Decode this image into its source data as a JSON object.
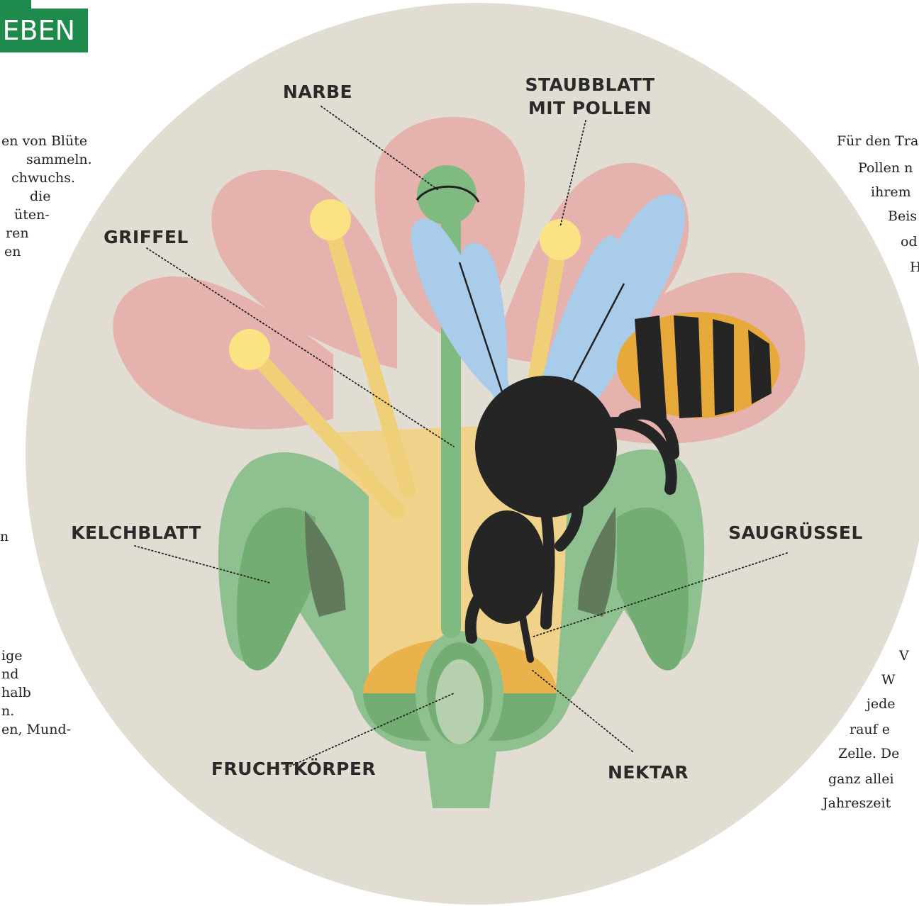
{
  "header": {
    "title": "EBEN"
  },
  "left_text": {
    "block1": [
      "en von Blüte",
      "sammeln.",
      "chwuchs.",
      "die",
      "üten-",
      "ren",
      "en"
    ],
    "block2": [
      "n"
    ],
    "block3": [
      "ige",
      "nd",
      "halb",
      "n.",
      "en, Mund-"
    ]
  },
  "right_text": {
    "block1": [
      "Für den Tra",
      "Pollen n",
      "ihrem",
      "Beis",
      "od",
      "H"
    ],
    "block2": [
      "V",
      "W",
      "jede",
      "rauf e",
      "Zelle. De",
      "ganz allei",
      "Jahreszeit"
    ]
  },
  "diagram": {
    "labels": {
      "narbe": "NARBE",
      "staubblatt_1": "STAUBBLATT",
      "staubblatt_2": "MIT POLLEN",
      "griffel": "GRIFFEL",
      "kelchblatt": "KELCHBLATT",
      "saugruessel": "SAUGRÜSSEL",
      "fruchtkoerper": "FRUCHTKÖRPER",
      "nektar": "NEKTAR"
    },
    "colors": {
      "background_circle": "#e2ddd2",
      "petal": "#e6b2ad",
      "sepal_outer": "#8fc08f",
      "sepal_inner": "#74ad74",
      "sepal_dark": "#627a5c",
      "stamen": "#f0cf79",
      "anther": "#fbe282",
      "style": "#7fba80",
      "nectar": "#eab24a",
      "receptacle": "#f1d28a",
      "bee_body": "#252525",
      "bee_stripe": "#e6a93a",
      "wing": "#a8ccea",
      "header": "#1e8a4c"
    }
  }
}
